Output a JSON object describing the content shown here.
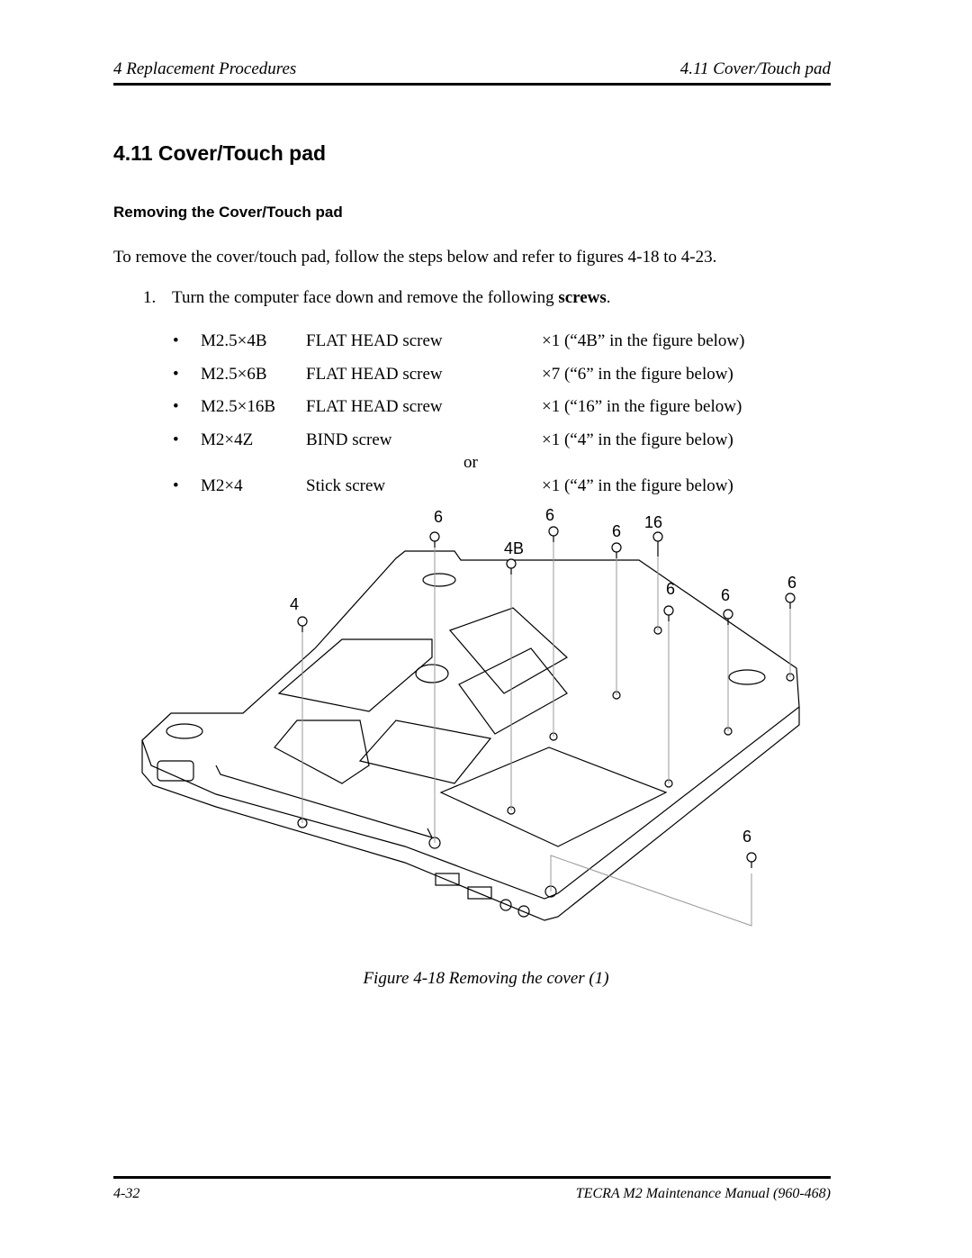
{
  "header": {
    "left": "4 Replacement Procedures",
    "right": "4.11  Cover/Touch pad"
  },
  "section_title": "4.11  Cover/Touch pad",
  "subsection_title": "Removing the Cover/Touch pad",
  "intro": "To remove the cover/touch pad, follow the steps below and refer to figures 4-18 to 4-23.",
  "step1": {
    "number": "1.",
    "text": "Turn the computer face down and remove the following ",
    "bold": "screws",
    "end": "."
  },
  "screws": [
    {
      "bullet": "•",
      "size": "M2.5×4B",
      "type": "FLAT HEAD screw",
      "qty": "×1  (“4B” in the figure below)"
    },
    {
      "bullet": "•",
      "size": "M2.5×6B",
      "type": "FLAT HEAD screw",
      "qty": "×7  (“6” in the figure below)"
    },
    {
      "bullet": "•",
      "size": "M2.5×16B",
      "type": "FLAT HEAD screw",
      "qty": "×1  (“16” in the figure below)"
    },
    {
      "bullet": "•",
      "size": "M2×4Z",
      "type": "BIND screw",
      "qty": "×1  (“4” in the figure below)"
    },
    {
      "bullet": "•",
      "size": "M2×4",
      "type": "Stick screw",
      "qty": "×1  (“4” in the figure below)"
    }
  ],
  "or_text": "or",
  "figure": {
    "callouts": {
      "c_4": "4",
      "c_6a": "6",
      "c_4b": "4B",
      "c_6b": "6",
      "c_6c": "6",
      "c_16": "16",
      "c_6d": "6",
      "c_6e": "6",
      "c_6f": "6",
      "c_6g": "6"
    }
  },
  "caption": "Figure 4-18   Removing the cover (1)",
  "footer": {
    "left": "4-32",
    "right": "TECRA M2 Maintenance Manual (960-468)"
  }
}
